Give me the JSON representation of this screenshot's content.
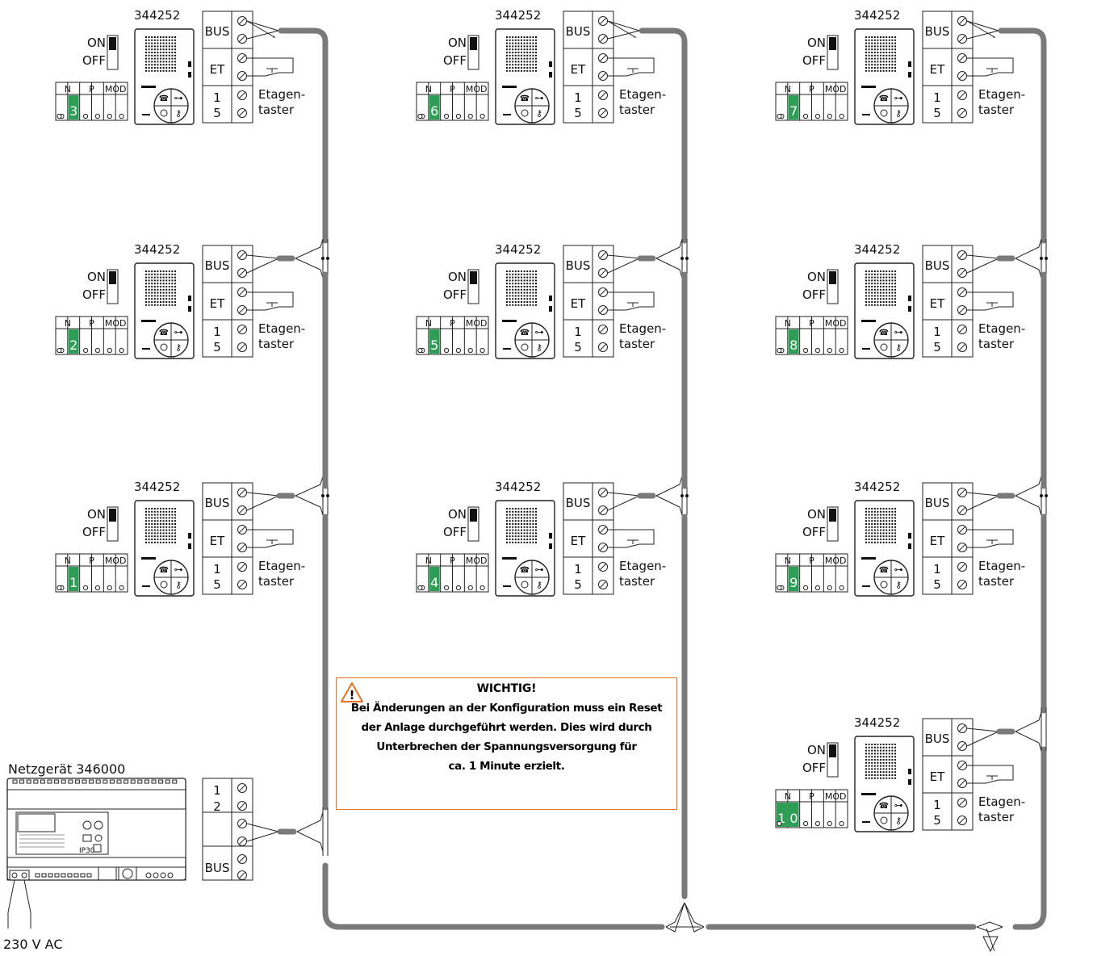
{
  "units": [
    {
      "id": "u3",
      "model": "344252",
      "address": "3",
      "switch_on": "ON",
      "switch_off": "OFF"
    },
    {
      "id": "u2",
      "model": "344252",
      "address": "2",
      "switch_on": "ON",
      "switch_off": "OFF"
    },
    {
      "id": "u1",
      "model": "344252",
      "address": "1",
      "switch_on": "ON",
      "switch_off": "OFF"
    },
    {
      "id": "u6",
      "model": "344252",
      "address": "6",
      "switch_on": "ON",
      "switch_off": "OFF"
    },
    {
      "id": "u5",
      "model": "344252",
      "address": "5",
      "switch_on": "ON",
      "switch_off": "OFF"
    },
    {
      "id": "u4",
      "model": "344252",
      "address": "4",
      "switch_on": "ON",
      "switch_off": "OFF"
    },
    {
      "id": "u7",
      "model": "344252",
      "address": "7",
      "switch_on": "ON",
      "switch_off": "OFF"
    },
    {
      "id": "u8",
      "model": "344252",
      "address": "8",
      "switch_on": "ON",
      "switch_off": "OFF"
    },
    {
      "id": "u9",
      "model": "344252",
      "address": "9",
      "switch_on": "ON",
      "switch_off": "OFF"
    },
    {
      "id": "u10",
      "model": "344252",
      "address": "1 0",
      "switch_on": "ON",
      "switch_off": "OFF"
    }
  ],
  "dip_labels": {
    "n": "N",
    "p": "P",
    "mod": "MOD"
  },
  "terminal_labels": {
    "bus": "BUS",
    "et": "ET",
    "one": "1",
    "five": "5"
  },
  "floor_button_label": [
    "Etagen-",
    "taster"
  ],
  "power_supply": {
    "title": "Netzgerät 346000",
    "terminal_1": "1",
    "terminal_2": "2",
    "terminal_bus": "BUS",
    "mains": "230 V AC",
    "rating_text": "IP30"
  },
  "warning": {
    "icon": "warning-triangle-icon",
    "title": "WICHTIG!",
    "lines": [
      "Bei Änderungen an der Konfiguration muss ein Reset",
      "der Anlage durchgeführt werden. Dies wird durch",
      "Unterbrechen der Spannungsversorgung für",
      "ca. 1 Minute erzielt."
    ]
  },
  "colors": {
    "cable": "#7a7a7a",
    "line": "#222222",
    "address_highlight": "#2e9e57",
    "warning_border": "#e8701e"
  }
}
